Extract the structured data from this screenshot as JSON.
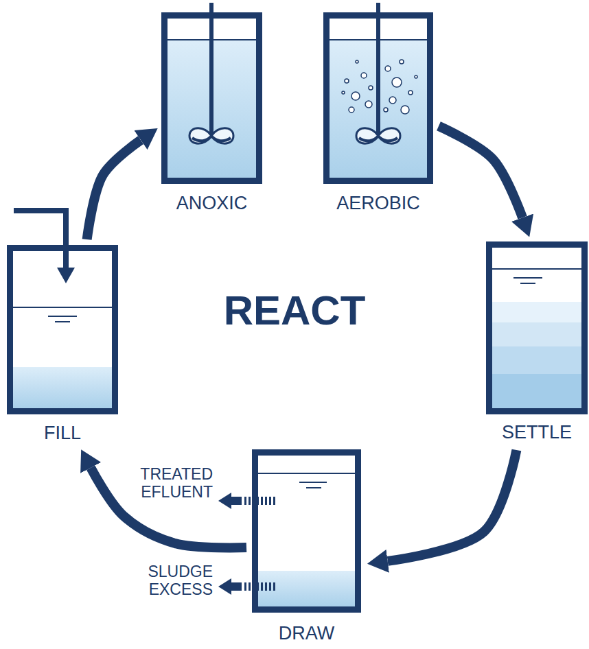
{
  "diagram": {
    "nodes": [
      {
        "text": [
          "FILL"
        ]
      },
      {
        "text": [
          "ANOXIC"
        ]
      },
      {
        "text": [
          "AEROBIC"
        ]
      },
      {
        "text": [
          "SETTLE"
        ]
      },
      {
        "text": [
          "DRAW"
        ]
      }
    ],
    "edges": [
      {
        "from": 0,
        "to": 1,
        "arrow": "to"
      },
      {
        "from": 2,
        "to": 3,
        "arrow": "to"
      },
      {
        "from": 3,
        "to": 4,
        "arrow": "to"
      },
      {
        "from": 4,
        "to": 0,
        "arrow": "to"
      }
    ],
    "labels": [
      "REACT",
      "TREATED EFLUENT",
      "SLUDGE EXCESS"
    ]
  }
}
